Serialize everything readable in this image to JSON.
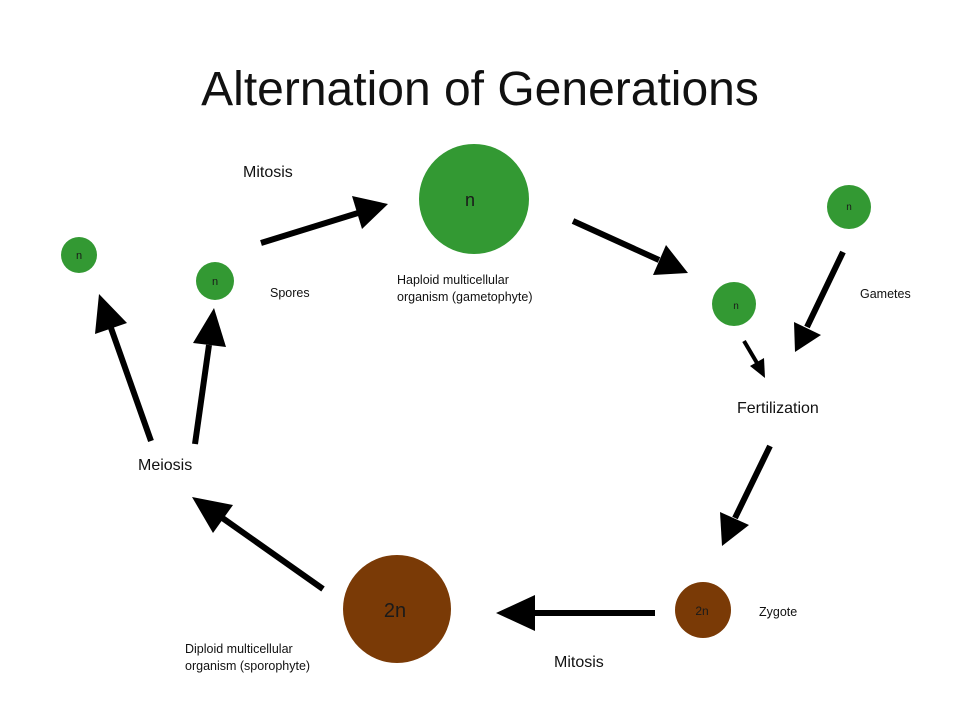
{
  "title": "Alternation of Generations",
  "colors": {
    "haploid": "#339933",
    "diploid": "#7a3a06",
    "arrow": "#000000",
    "text": "#111111"
  },
  "nodes": {
    "spore_left": "n",
    "spore_right": "n",
    "gametophyte": "n",
    "gamete_right": "n",
    "gamete_center": "n",
    "zygote": "2n",
    "sporophyte": "2n"
  },
  "labels": {
    "mitosis_top": "Mitosis",
    "spores": "Spores",
    "gametophyte_line1": "Haploid multicellular",
    "gametophyte_line2": "organism (gametophyte)",
    "gametes": "Gametes",
    "fertilization": "Fertilization",
    "meiosis": "Meiosis",
    "zygote": "Zygote",
    "sporophyte_line1": "Diploid multicellular",
    "sporophyte_line2": "organism (sporophyte)",
    "mitosis_bottom": "Mitosis"
  }
}
